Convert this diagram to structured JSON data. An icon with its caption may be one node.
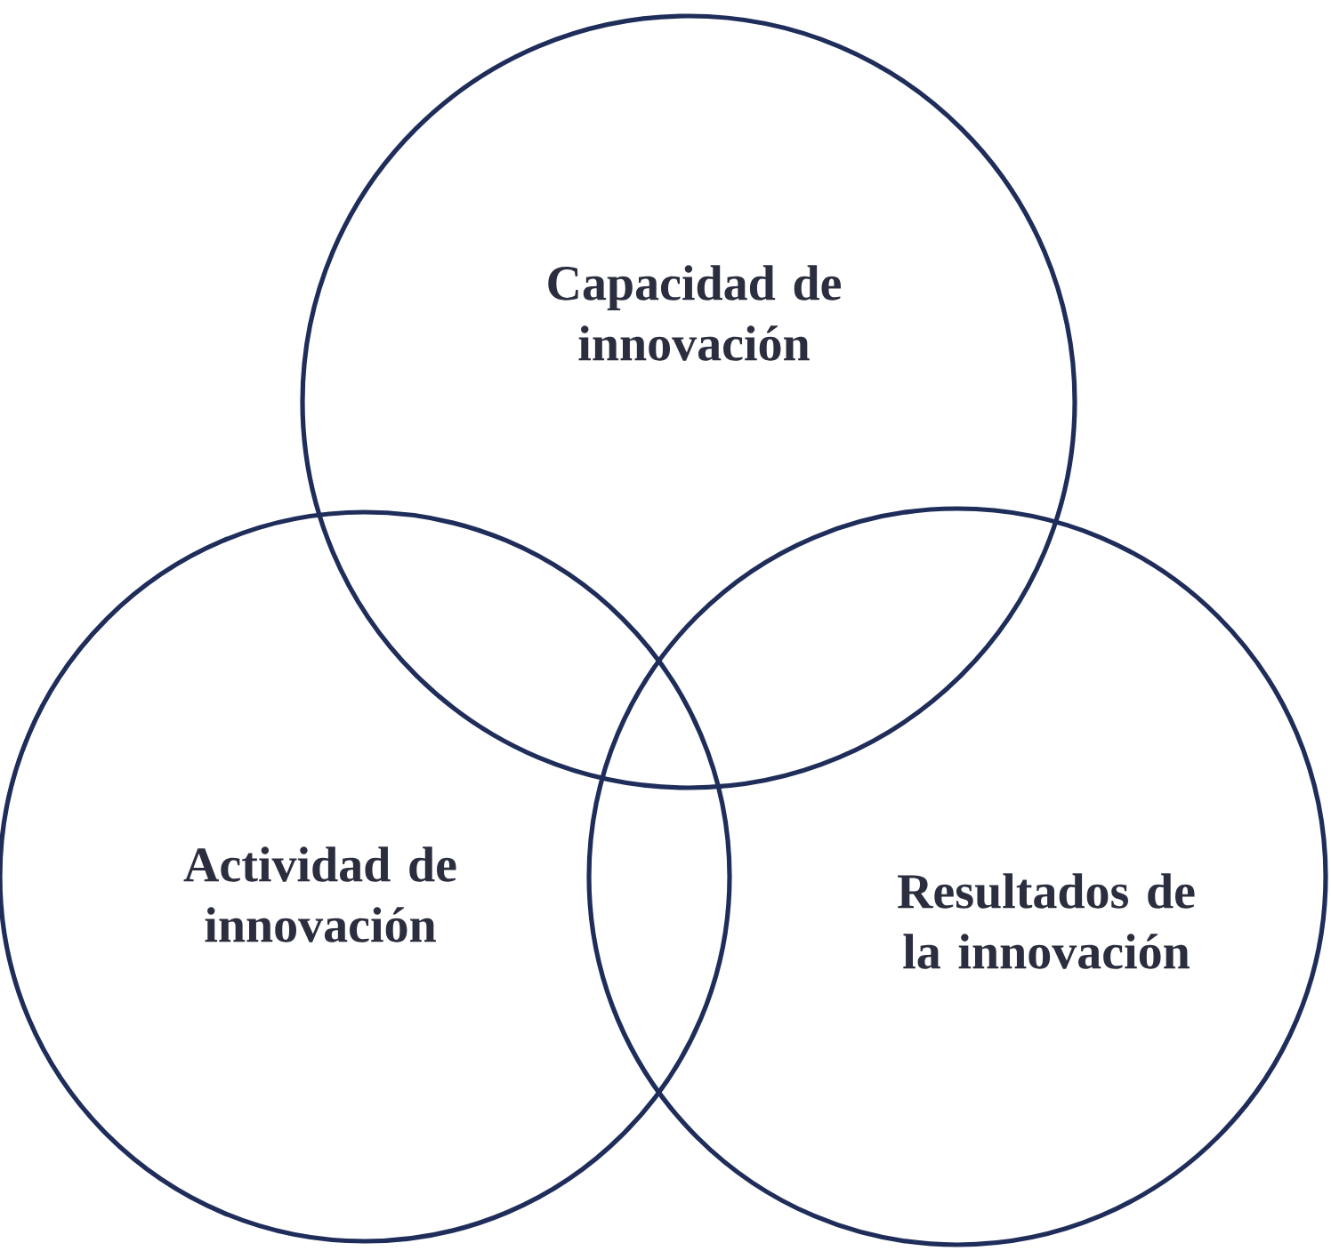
{
  "diagram": {
    "nodes": [
      {
        "text": [
          "Capacidad de innovación"
        ]
      },
      {
        "text": [
          "Actividad de innovación"
        ]
      },
      {
        "text": [
          "Resultados de la innovación"
        ]
      }
    ]
  }
}
